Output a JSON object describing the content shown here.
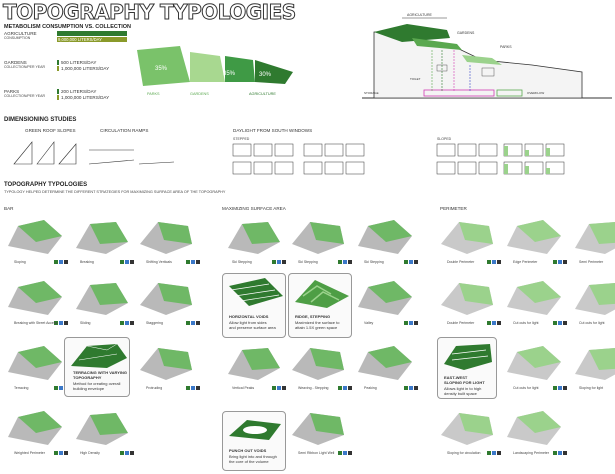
{
  "title": "TOPOGRAPHY TYPOLOGIES",
  "metabolism": {
    "heading": "METABOLISM CONSUMPTION VS. COLLECTION",
    "rows": [
      {
        "name": "AGRICULTURE",
        "sub": "CONSUMPTION",
        "value": "9,000,000 LITERS/DAY",
        "value2": ""
      },
      {
        "name": "GARDENS",
        "sub": "COLLECTION/PER YEAR",
        "value": "500 LITERS/DAY",
        "value2": "1,000,000 LITERS/DAY"
      },
      {
        "name": "PARKS",
        "sub": "COLLECTION/PER YEAR",
        "value": "200 LITERS/DAY",
        "value2": "1,000,000 LITERS/DAY"
      }
    ],
    "pie": [
      {
        "label": "PARKS",
        "percent": "35%"
      },
      {
        "label": "GARDENS",
        "percent": "35%"
      },
      {
        "label": "AGRICULTURE",
        "percent": "30%"
      }
    ]
  },
  "section": {
    "labels": [
      "AGRICULTURE",
      "GARDENS",
      "PARKS",
      "TOILET",
      "OVERFLOW",
      "STORAGE"
    ]
  },
  "dimensioning": {
    "heading": "DIMENSIONING STUDIES",
    "green_roof": "GREEN ROOF SLOPES",
    "circulation": "CIRCULATION RAMPS",
    "daylight": "DAYLIGHT FROM SOUTH WINDOWS",
    "sloped": "SLOPED",
    "stepped": "STEPPED"
  },
  "typologies": {
    "heading": "TOPOGRAPHY TYPOLOGIES",
    "subheading": "TYPOLOGY HELPED DETERMINE THE DIFFERENT STRATEGIES FOR MAXIMIZING SURFACE AREA OF THE TOPOGRAPHY",
    "groups": [
      "BAR",
      "MAXIMIZING SURFACE AREA",
      "PERIMETER"
    ]
  },
  "bar_items": [
    "Sloping",
    "Breaking",
    "Shifting Verticals",
    "Breaking with Street Access",
    "Sliding",
    "Staggering",
    "Terracing",
    "",
    "Protruding",
    "Weighted Perimeter",
    "High Density"
  ],
  "max_items": [
    "Ski Stepping",
    "Ski Stepping",
    "Ski Stepping",
    "",
    "",
    "Valley",
    "Vertical Peaks",
    "Weaving - Stepping",
    "Peaking",
    "",
    "Semi Ribbon Light Well"
  ],
  "perimeter_items": [
    "Double Perimeter",
    "Edge Perimeter",
    "Semi Perimeter",
    "Double Perimeter",
    "Cut outs for light",
    "Cut outs for light",
    "",
    "Cut outs for light",
    "Sloping for light",
    "Sloping for circulation",
    "Landscaping Perimeter"
  ],
  "cards": {
    "terracing": [
      "TERRACING WITH VARYING",
      "TOPOGRAPHY",
      "Method for creating overall",
      "building envelope"
    ],
    "horizontal": [
      "HORIZONTAL VOIDS",
      "Allow light from sides",
      "and preserve surface area"
    ],
    "ridge": [
      "RIDGE, STEPPING",
      "Maximized the surface to",
      "attain 1.5X green space"
    ],
    "punch": [
      "PUNCH OUT VOIDS",
      "Bring light into and through",
      "the core of the volume"
    ],
    "eastwest": [
      "EAST-WEST",
      "SLOPING FOR LIGHT",
      "Allows light in to high",
      "density built space"
    ]
  },
  "colors": {
    "green_dark": "#2f7a2f",
    "green_mid": "#5aa84f",
    "green_light": "#9bd28c",
    "olive": "#8a9a2a",
    "magenta": "#d23cb4"
  }
}
